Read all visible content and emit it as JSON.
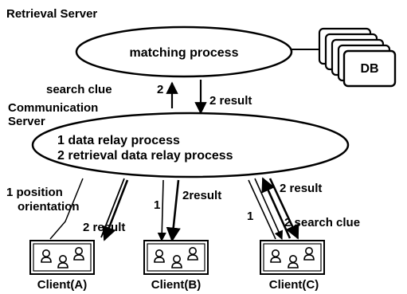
{
  "retrieval_server": {
    "title": "Retrieval Server",
    "process": "matching process",
    "db_label": "DB"
  },
  "communication_server": {
    "title_line1": "Communication",
    "title_line2": "Server",
    "process_line1": "1 data relay process",
    "process_line2": "2 retrieval data relay process"
  },
  "links": {
    "search_clue_up": "search clue",
    "search_clue_up_num": "2",
    "result_down": "2 result"
  },
  "client_a": {
    "name": "Client(A)",
    "position_line1": "1 position",
    "position_line2": "orientation",
    "result": "2 result"
  },
  "client_b": {
    "name": "Client(B)",
    "step1": "1",
    "result": "2result"
  },
  "client_c": {
    "name": "Client(C)",
    "result": "2 result",
    "step1": "1",
    "search_clue": "2 search clue"
  },
  "colors": {
    "ink": "#000000",
    "background": "#ffffff"
  }
}
